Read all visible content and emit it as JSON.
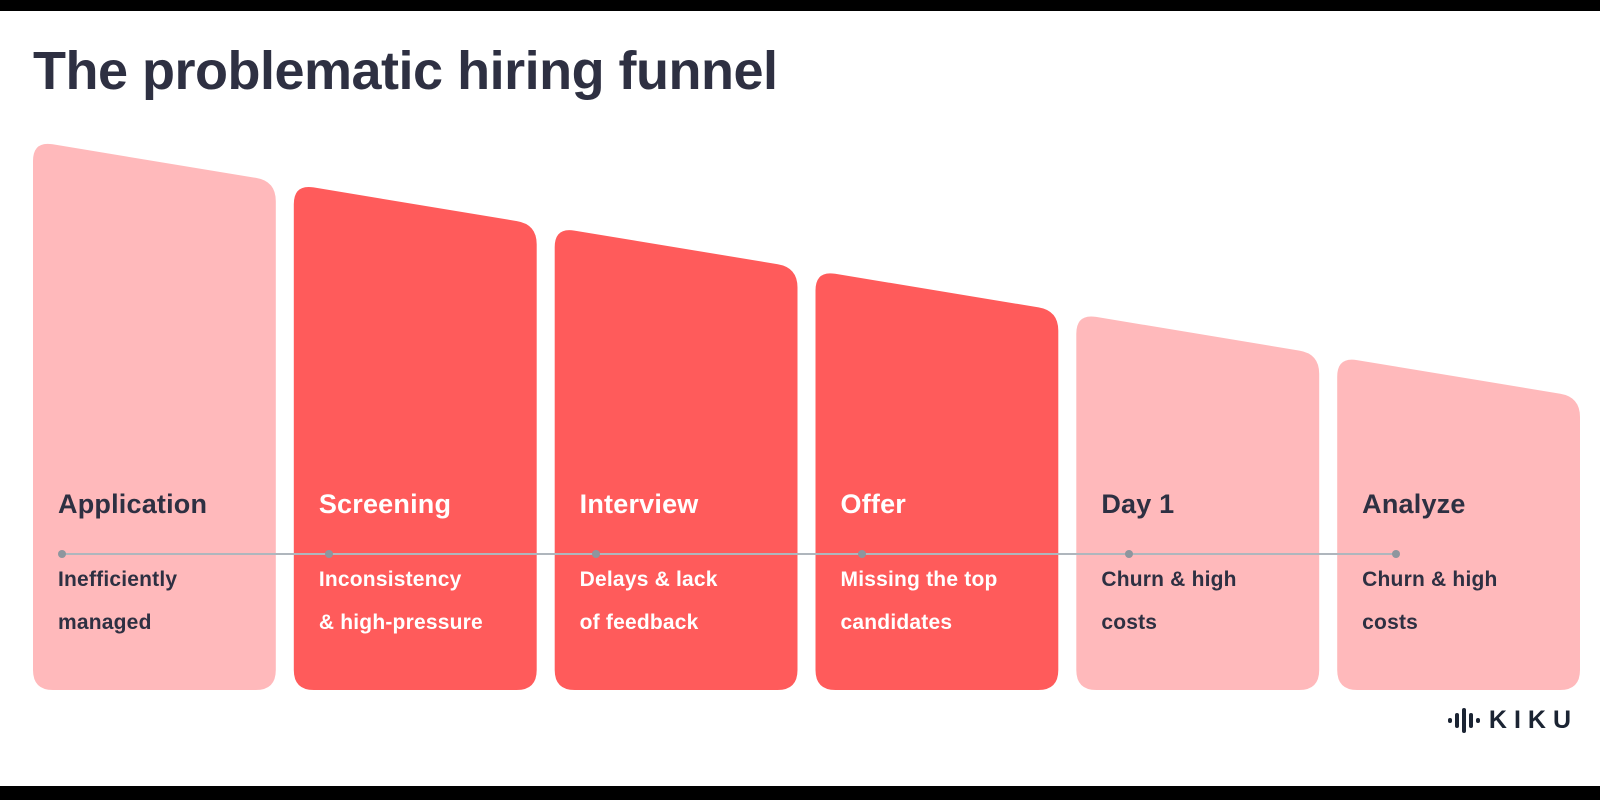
{
  "page": {
    "title": "The problematic hiring funnel",
    "brand": "KIKU"
  },
  "colors": {
    "background": "#FFFFFF",
    "letterbox": "#000000",
    "title_text": "#2E3042",
    "dark_text": "#2E3042",
    "white_text": "#FFFFFF",
    "pink": "#FFB9BB",
    "red": "#FF5B5B",
    "timeline_line": "#AFB6BD",
    "timeline_dot": "#8E969E",
    "brand_color": "#1B2433"
  },
  "funnel": {
    "stages": [
      {
        "title": "Application",
        "subtitle": "Inefficiently\nmanaged",
        "tone": "pink"
      },
      {
        "title": "Screening",
        "subtitle": "Inconsistency\n& high-pressure",
        "tone": "red"
      },
      {
        "title": "Interview",
        "subtitle": "Delays & lack\nof feedback",
        "tone": "red"
      },
      {
        "title": "Offer",
        "subtitle": "Missing the top\ncandidates",
        "tone": "red"
      },
      {
        "title": "Day 1",
        "subtitle": "Churn & high\ncosts",
        "tone": "pink"
      },
      {
        "title": "Analyze",
        "subtitle": "Churn & high\ncosts",
        "tone": "pink"
      }
    ]
  }
}
